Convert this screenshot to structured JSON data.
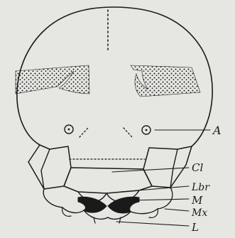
{
  "diagram": {
    "labels": {
      "antenna": "A",
      "clypeus": "Cl",
      "labrum": "Lbr",
      "mandible": "M",
      "maxilla": "Mx",
      "labium": "L"
    },
    "colors": {
      "background": "#e6e6e2",
      "ink": "#1a1a1a"
    }
  }
}
